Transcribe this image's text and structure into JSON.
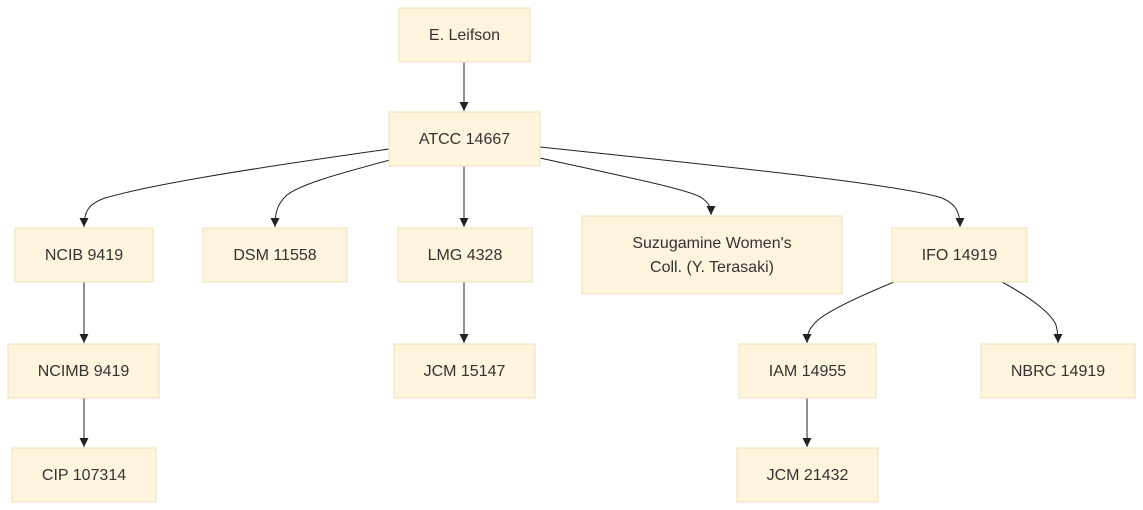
{
  "nodes": {
    "leifson": {
      "lines": [
        "E. Leifson"
      ]
    },
    "atcc14667": {
      "lines": [
        "ATCC 14667"
      ]
    },
    "ncib9419": {
      "lines": [
        "NCIB 9419"
      ]
    },
    "dsm11558": {
      "lines": [
        "DSM 11558"
      ]
    },
    "lmg4328": {
      "lines": [
        "LMG 4328"
      ]
    },
    "suzugamine": {
      "lines": [
        "Suzugamine Women's",
        "Coll. (Y. Terasaki)"
      ]
    },
    "ifo14919": {
      "lines": [
        "IFO 14919"
      ]
    },
    "ncimb9419": {
      "lines": [
        "NCIMB 9419"
      ]
    },
    "jcm15147": {
      "lines": [
        "JCM 15147"
      ]
    },
    "iam14955": {
      "lines": [
        "IAM 14955"
      ]
    },
    "nbrc14919": {
      "lines": [
        "NBRC 14919"
      ]
    },
    "cip107314": {
      "lines": [
        "CIP 107314"
      ]
    },
    "jcm21432": {
      "lines": [
        "JCM 21432"
      ]
    }
  },
  "edges": [
    {
      "from": "leifson",
      "to": "atcc14667"
    },
    {
      "from": "atcc14667",
      "to": "ncib9419"
    },
    {
      "from": "atcc14667",
      "to": "dsm11558"
    },
    {
      "from": "atcc14667",
      "to": "lmg4328"
    },
    {
      "from": "atcc14667",
      "to": "suzugamine"
    },
    {
      "from": "atcc14667",
      "to": "ifo14919"
    },
    {
      "from": "ncib9419",
      "to": "ncimb9419"
    },
    {
      "from": "ncimb9419",
      "to": "cip107314"
    },
    {
      "from": "lmg4328",
      "to": "jcm15147"
    },
    {
      "from": "ifo14919",
      "to": "iam14955"
    },
    {
      "from": "ifo14919",
      "to": "nbrc14919"
    },
    {
      "from": "iam14955",
      "to": "jcm21432"
    }
  ],
  "colors": {
    "node_fill": "#fff4dd",
    "node_border": "#f2dfb0",
    "edge": "#222222",
    "text": "#333333"
  }
}
